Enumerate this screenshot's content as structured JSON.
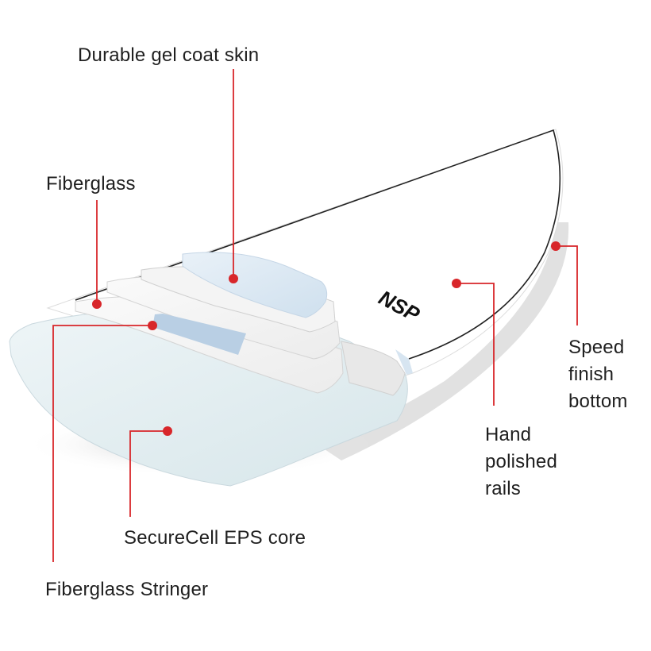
{
  "diagram": {
    "subject": "Surfboard construction cross-section",
    "brand_logo_text": "NSP",
    "colors": {
      "callout": "#d8262a",
      "text": "#1f1f1f",
      "board": "#ffffff",
      "foam": "#e4eef2",
      "gelcoat": "#dbe8f3",
      "stringer": "#b7cde3",
      "outline": "#222222"
    },
    "callouts": [
      {
        "id": "gel",
        "label": "Durable gel coat skin"
      },
      {
        "id": "fiberglass",
        "label": "Fiberglass"
      },
      {
        "id": "speed",
        "label": "Speed\nfinish\nbottom"
      },
      {
        "id": "rails",
        "label": "Hand\npolished\nrails"
      },
      {
        "id": "core",
        "label": "SecureCell EPS core"
      },
      {
        "id": "stringer",
        "label": "Fiberglass Stringer"
      }
    ]
  }
}
